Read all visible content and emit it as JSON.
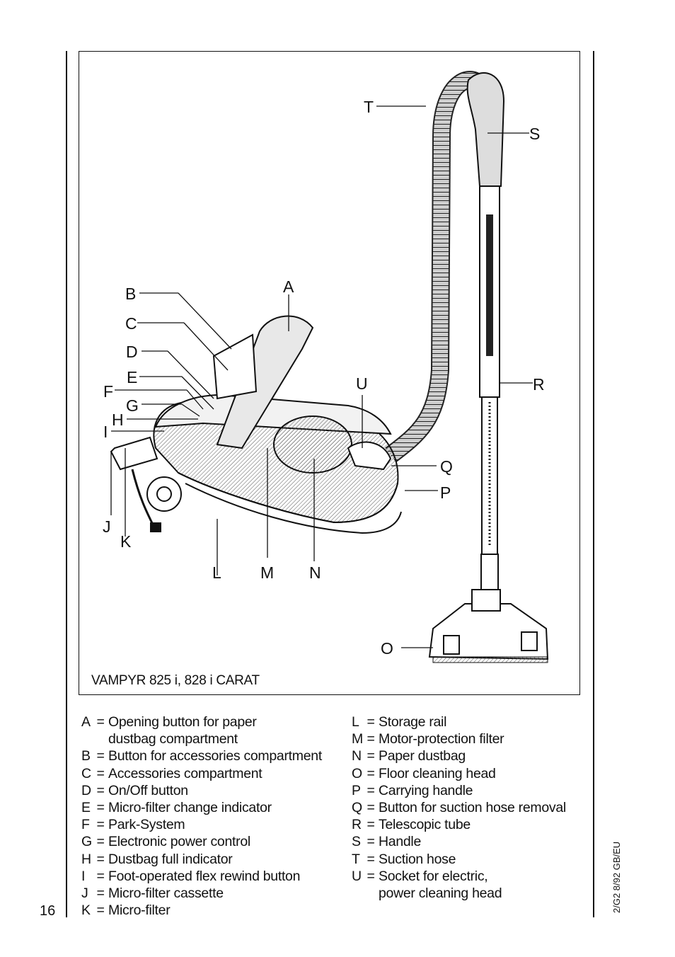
{
  "page_number": "16",
  "side_code": "2/G2 8/92  GB/EU",
  "figure": {
    "caption": "VAMPYR 825 i, 828 i CARAT",
    "callouts": [
      "A",
      "B",
      "C",
      "D",
      "E",
      "F",
      "G",
      "H",
      "I",
      "J",
      "K",
      "L",
      "M",
      "N",
      "O",
      "P",
      "Q",
      "R",
      "S",
      "T",
      "U"
    ]
  },
  "legend_left": [
    {
      "key": "A",
      "desc": "Opening button for paper",
      "cont": "dustbag compartment"
    },
    {
      "key": "B",
      "desc": "Button for accessories compartment"
    },
    {
      "key": "C",
      "desc": "Accessories compartment"
    },
    {
      "key": "D",
      "desc": "On/Off button"
    },
    {
      "key": "E",
      "desc": "Micro-filter change indicator"
    },
    {
      "key": "F",
      "desc": "Park-System"
    },
    {
      "key": "G",
      "desc": "Electronic power control"
    },
    {
      "key": "H",
      "desc": "Dustbag full indicator"
    },
    {
      "key": "I",
      "desc": "Foot-operated flex rewind button"
    },
    {
      "key": "J",
      "desc": "Micro-filter cassette"
    },
    {
      "key": "K",
      "desc": "Micro-filter"
    }
  ],
  "legend_right": [
    {
      "key": "L",
      "desc": "Storage rail"
    },
    {
      "key": "M",
      "desc": "Motor-protection filter"
    },
    {
      "key": "N",
      "desc": "Paper dustbag"
    },
    {
      "key": "O",
      "desc": "Floor cleaning head"
    },
    {
      "key": "P",
      "desc": "Carrying handle"
    },
    {
      "key": "Q",
      "desc": "Button for suction hose removal"
    },
    {
      "key": "R",
      "desc": "Telescopic tube"
    },
    {
      "key": "S",
      "desc": "Handle"
    },
    {
      "key": "T",
      "desc": "Suction hose"
    },
    {
      "key": "U",
      "desc": "Socket for electric,",
      "cont": "power cleaning head"
    }
  ]
}
